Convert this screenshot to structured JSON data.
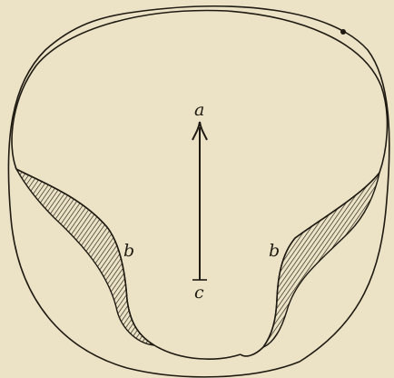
{
  "figure": {
    "labels": {
      "a": "a",
      "b_left": "b",
      "b_right": "b",
      "c": "c"
    }
  },
  "colors": {
    "paper": "#ece3c6",
    "ink": "#1f1a12"
  }
}
